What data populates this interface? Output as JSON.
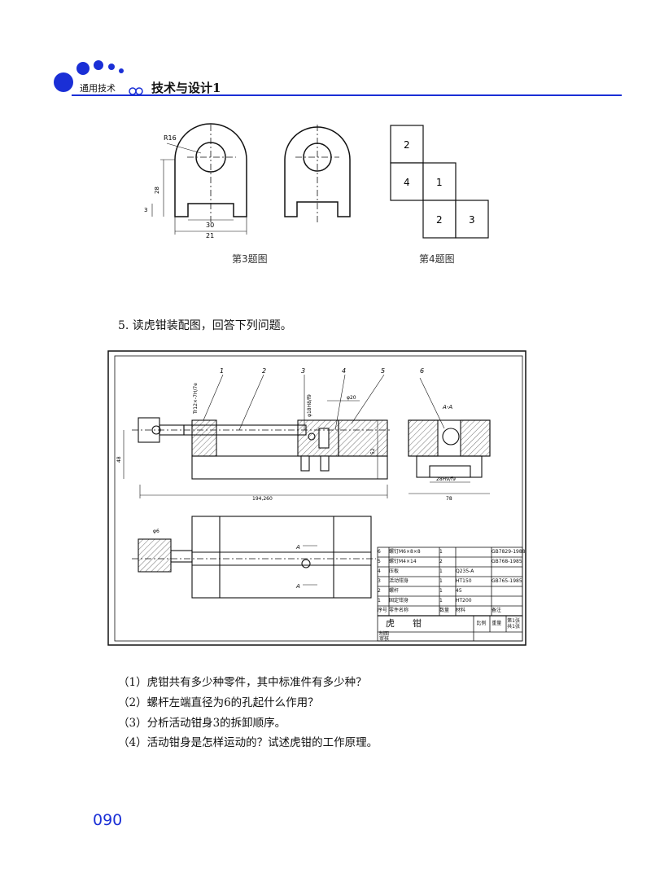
{
  "header": {
    "section_label": "通用技术",
    "book_title": "技术与设计1",
    "accent_color": "#1a2fd6"
  },
  "figure3": {
    "caption": "第3题图",
    "dims": [
      "R16",
      "28",
      "3",
      "30",
      "21"
    ]
  },
  "figure4": {
    "caption": "第4题图",
    "cells": [
      "2",
      "4",
      "1",
      "2",
      "3"
    ]
  },
  "question5": {
    "prompt": "5. 读虎钳装配图，回答下列问题。",
    "sub_questions": [
      "（1）虎钳共有多少种零件，其中标准件有多少种？",
      "（2）螺杆左端直径为6的孔起什么作用？",
      "（3）分析活动钳身3的拆卸顺序。",
      "（4）活动钳身是怎样运动的？试述虎钳的工作原理。"
    ]
  },
  "drawing": {
    "callouts": [
      "1",
      "2",
      "3",
      "4",
      "5",
      "6"
    ],
    "dims": [
      "Tr12×-7H/7e",
      "φ18H8/f9",
      "φ20",
      "48",
      "52",
      "194,260",
      "A-A",
      "28H9/f9",
      "78",
      "φ6",
      "A",
      "A"
    ],
    "title_block": {
      "rows": [
        {
          "no": "6",
          "name": "螺钉M6×8×8",
          "qty": "1",
          "material": "",
          "note": "GB7829-1988"
        },
        {
          "no": "5",
          "name": "螺钉M4×14",
          "qty": "2",
          "material": "",
          "note": "GB768-1985"
        },
        {
          "no": "4",
          "name": "压板",
          "qty": "1",
          "material": "Q235-A",
          "note": ""
        },
        {
          "no": "3",
          "name": "活动钳身",
          "qty": "1",
          "material": "HT150",
          "note": "GB765-1985"
        },
        {
          "no": "2",
          "name": "螺杆",
          "qty": "1",
          "material": "45",
          "note": ""
        },
        {
          "no": "1",
          "name": "固定钳身",
          "qty": "1",
          "material": "HT200",
          "note": ""
        }
      ],
      "header": {
        "no": "序号",
        "name": "零件名称",
        "qty": "数量",
        "material": "材料",
        "note": "备注"
      },
      "name": "虎　　钳",
      "scale_label": "比例",
      "weight_label": "重量",
      "sheet_label": "第1张",
      "total_label": "共1张",
      "drawn_label": "制图",
      "checked_label": "审核"
    }
  },
  "page_number": "090"
}
